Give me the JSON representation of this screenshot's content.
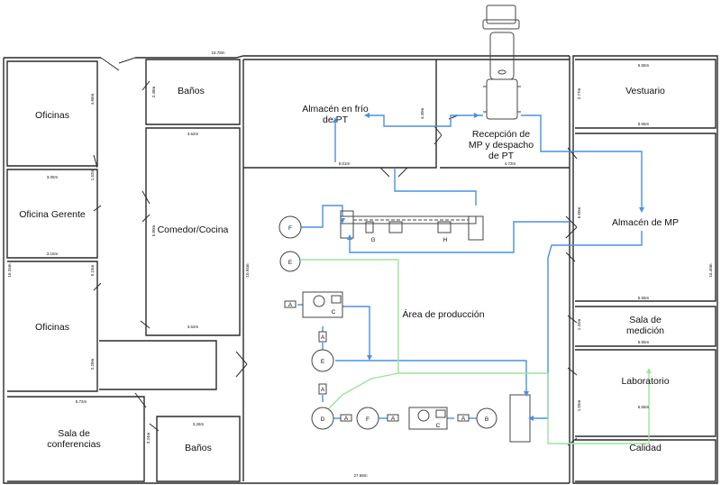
{
  "rooms": {
    "oficinas_top": "Oficinas",
    "banos_top": "Baños",
    "almacen_frio_l1": "Almacén en frío",
    "almacen_frio_l2": "de PT",
    "recepcion_l1": "Recepción de",
    "recepcion_l2": "MP y despacho",
    "recepcion_l3": "de PT",
    "vestuario": "Vestuario",
    "oficina_gerente": "Oficina Gerente",
    "comedor": "Comedor/Cocina",
    "almacen_mp": "Almacén de MP",
    "area_produccion": "Área de producción",
    "oficinas_mid": "Oficinas",
    "sala_medicion_l1": "Sala de",
    "sala_medicion_l2": "medición",
    "laboratorio": "Laboratorio",
    "sala_conf_l1": "Sala de",
    "sala_conf_l2": "conferencias",
    "banos_bottom": "Baños",
    "calidad": "Calidad"
  },
  "dimensions": {
    "top_total": "16.78m",
    "right_total": "16.40m",
    "left_total": "16.34m",
    "bottom_total": "27.69m",
    "inner_left_height": "10.94m",
    "ofi_top_w": "3.05m",
    "ofi_gerente_w": "3.15m",
    "ofi_gerente_h": "1.52m",
    "ofi_top_h": "4.66m",
    "ofi_mid_h": "5.15m",
    "ofi_mid_h2": "2.20m",
    "banos_top_h": "2.48m",
    "comedor_w": "3.62m",
    "comedor_h": "5.80m",
    "comedor_w2": "3.62m",
    "almacen_frio_w": "6.01m",
    "almacen_frio_h": "4.40m",
    "recepcion_w": "4.73m",
    "vestuario_w": "5.55m",
    "vestuario_w2": "5.55m",
    "vestuario_h": "2.77m",
    "almacen_mp_h": "6.60m",
    "almacen_mp_w": "5.55m",
    "medicion_w": "5.55m",
    "medicion_h": "1.42m",
    "lab_w": "5.55m",
    "lab_h": "1.55m",
    "sala_conf_w": "5.72m",
    "sala_conf_h": "3.24m",
    "banos_bottom_w": "3.26m"
  },
  "equipment": {
    "f_top": "F",
    "e_top": "E",
    "c_top": "C",
    "g": "G",
    "h": "H",
    "e_mid": "E",
    "d": "D",
    "f_bottom": "F",
    "c_bottom": "C",
    "b": "B",
    "a": "A"
  },
  "colors": {
    "wall": "#2a2a2a",
    "flow_blue": "#4a90e2",
    "flow_green": "#9be39b",
    "equipment_stroke": "#444444"
  }
}
